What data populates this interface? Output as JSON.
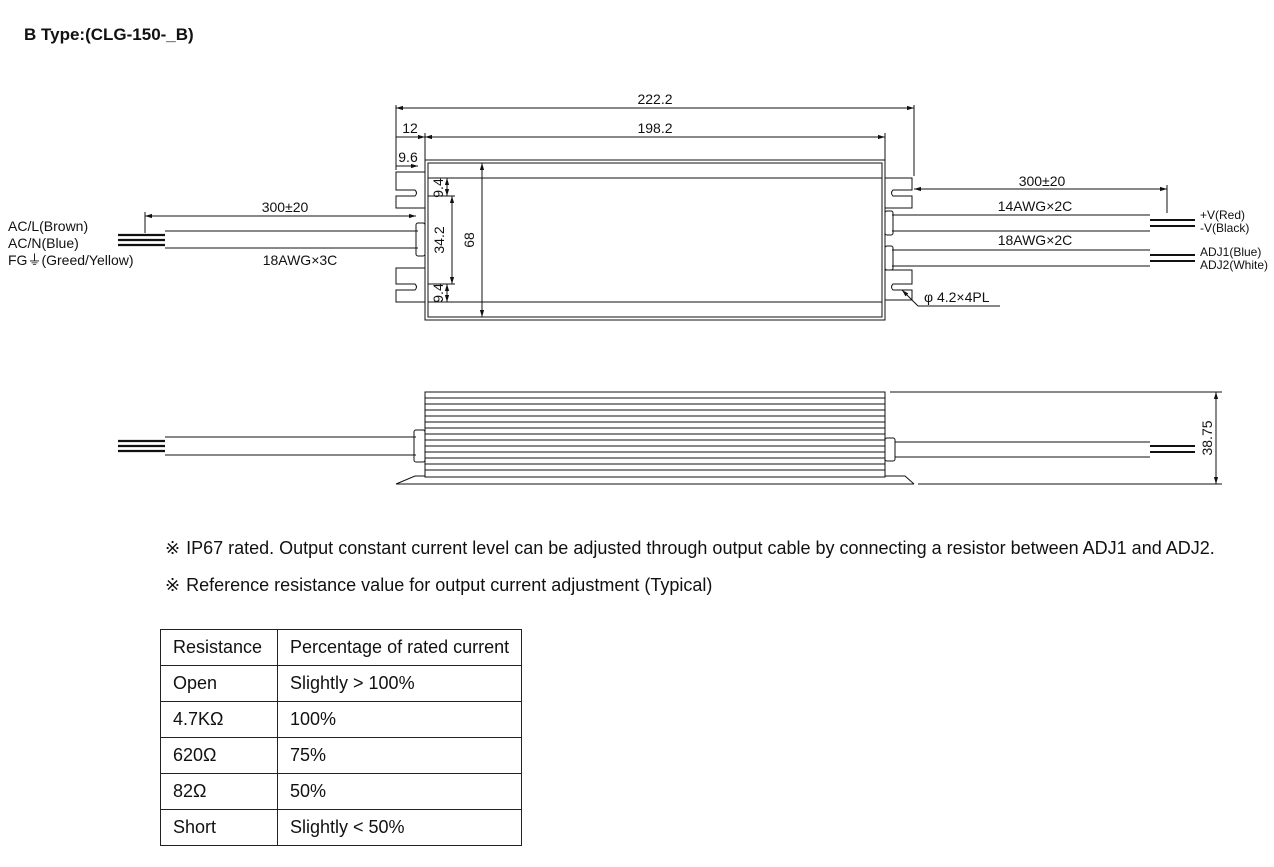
{
  "title": "B Type:(CLG-150-_B)",
  "top_view": {
    "dims": {
      "overall": "222.2",
      "body": "198.2",
      "mount_offset": "12",
      "flange": "9.6",
      "edge_top": "9.4",
      "center": "34.2",
      "height": "68",
      "edge_bottom": "9.4"
    },
    "input_cable": {
      "length": "300±20",
      "gauge": "18AWG×3C",
      "wires": [
        "AC/L(Brown)",
        "AC/N(Blue)",
        "FG⏚(Greed/Yellow)"
      ]
    },
    "output_cable_1": {
      "length": "300±20",
      "gauge": "14AWG×2C",
      "wires": [
        "+V(Red)",
        "-V(Black)"
      ]
    },
    "output_cable_2": {
      "gauge": "18AWG×2C",
      "wires": [
        "ADJ1(Blue)",
        "ADJ2(White)"
      ]
    },
    "hole": "φ 4.2×4PL"
  },
  "side_view": {
    "height": "38.75"
  },
  "notes": [
    "IP67 rated. Output constant current level can be adjusted through output cable by connecting a resistor between ADJ1 and ADJ2.",
    "Reference resistance value for output current adjustment (Typical)"
  ],
  "note_mark": "※",
  "table": {
    "headers": [
      "Resistance",
      "Percentage of rated current"
    ],
    "rows": [
      [
        "Open",
        "Slightly > 100%"
      ],
      [
        "4.7KΩ",
        "100%"
      ],
      [
        "620Ω",
        "75%"
      ],
      [
        "82Ω",
        "50%"
      ],
      [
        "Short",
        "Slightly < 50%"
      ]
    ]
  }
}
